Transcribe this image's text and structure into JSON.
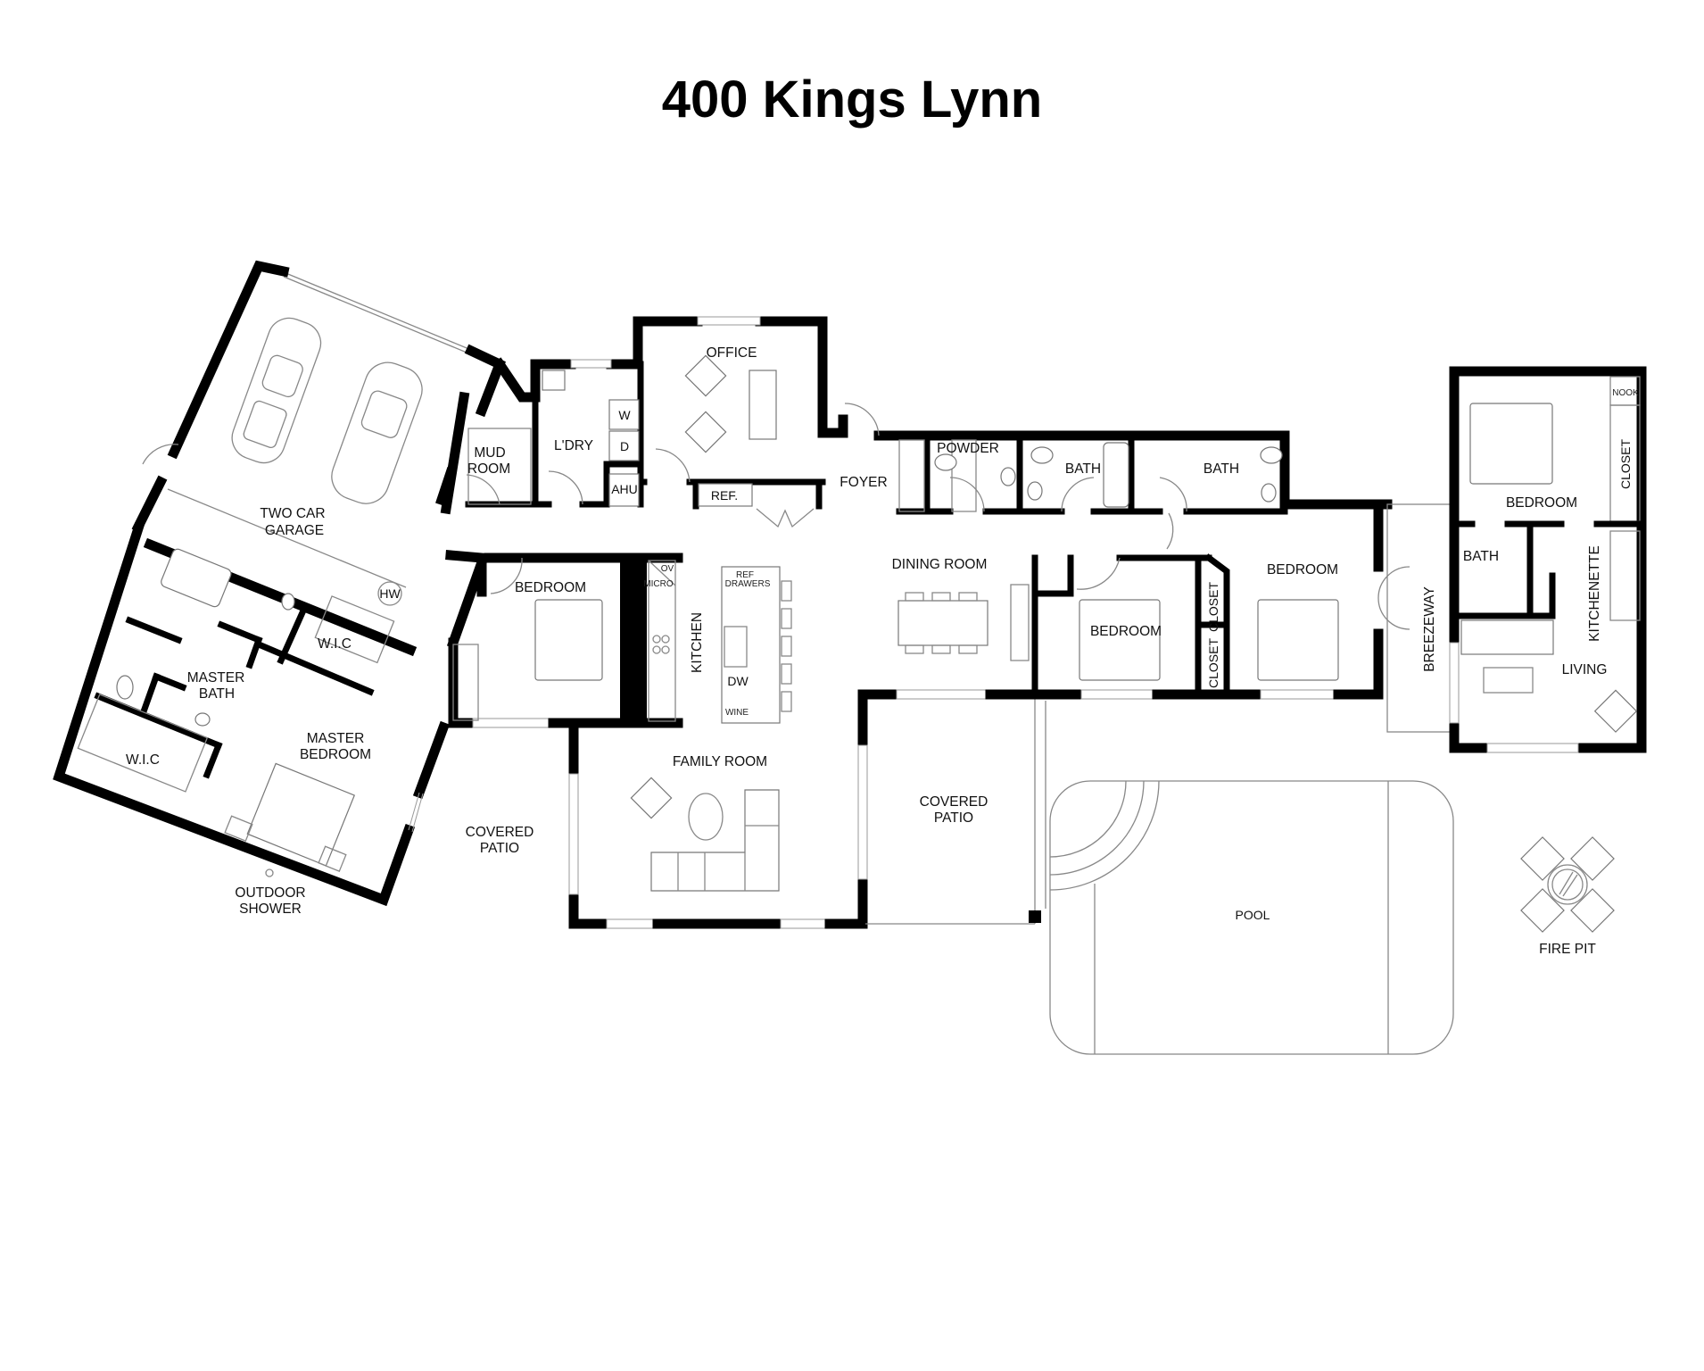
{
  "title": "400 Kings Lynn",
  "rooms": {
    "garage": [
      "TWO CAR",
      "GARAGE"
    ],
    "mud_room": [
      "MUD",
      "ROOM"
    ],
    "laundry": "L'DRY",
    "washer": "W",
    "dryer": "D",
    "ahu": "AHU",
    "office": "OFFICE",
    "ref": "REF.",
    "foyer": "FOYER",
    "powder": "POWDER",
    "bath_1": "BATH",
    "bath_2": "BATH",
    "dining_room": "DINING ROOM",
    "bedroom_west": "BEDROOM",
    "kitchen": "KITCHEN",
    "oven": "OV",
    "micro": "MICRO",
    "ref_drawers": [
      "REF",
      "DRAWERS"
    ],
    "dishwasher": "DW",
    "wine": "WINE",
    "hot_water": "HW",
    "master_bath": [
      "MASTER",
      "BATH"
    ],
    "wic_1": "W.I.C",
    "wic_2": "W.I.C",
    "master_bedroom": [
      "MASTER",
      "BEDROOM"
    ],
    "outdoor_shower": [
      "OUTDOOR",
      "SHOWER"
    ],
    "covered_patio_west": [
      "COVERED",
      "PATIO"
    ],
    "family_room": "FAMILY ROOM",
    "covered_patio_east": [
      "COVERED",
      "PATIO"
    ],
    "bedroom_center": "BEDROOM",
    "closet_1": "CLOSET",
    "closet_2": "CLOSET",
    "bedroom_east": "BEDROOM",
    "breezeway": "BREEZEWAY",
    "pool": "POOL",
    "guest_bedroom": "BEDROOM",
    "guest_nook": "NOOK",
    "guest_closet": "CLOSET",
    "guest_bath": "BATH",
    "guest_kitchenette": "KITCHENETTE",
    "guest_living": "LIVING",
    "fire_pit": "FIRE PIT"
  }
}
